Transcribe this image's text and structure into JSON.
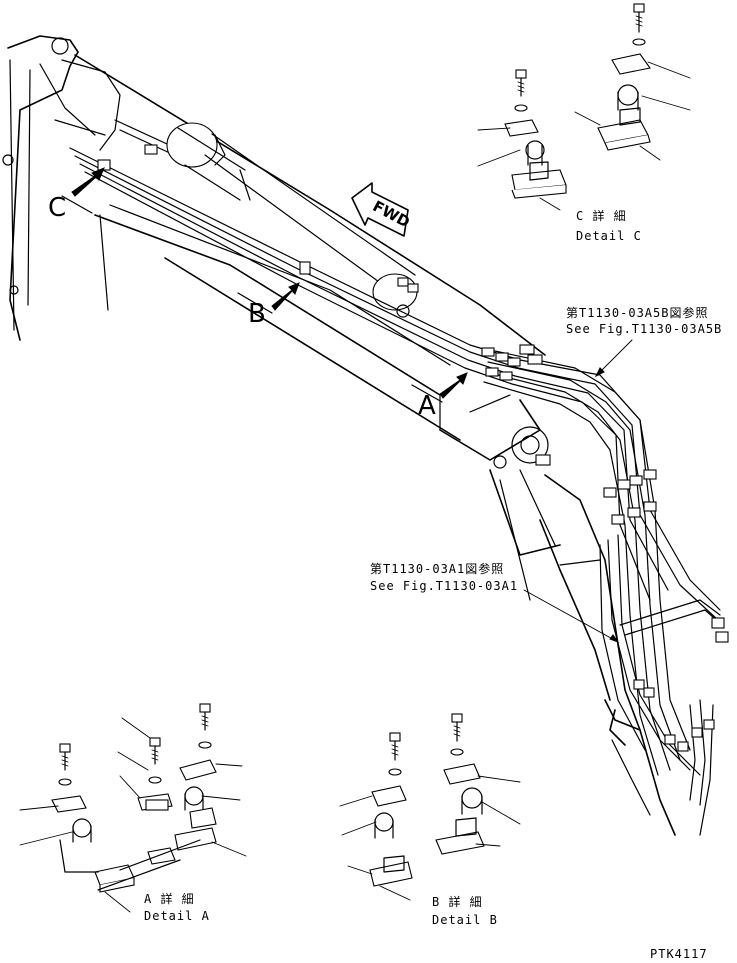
{
  "callouts": {
    "a": "A",
    "b": "B",
    "c": "C",
    "fwd": "FWD"
  },
  "details": {
    "a_jp": "A 詳 細",
    "a_en": "Detail A",
    "b_jp": "B 詳 細",
    "b_en": "Detail B",
    "c_jp": "C 詳 細",
    "c_en": "Detail C"
  },
  "references": {
    "ref1_jp": "第T1130-03A5B図参照",
    "ref1_en": "See Fig.T1130-03A5B",
    "ref2_jp": "第T1130-03A1図参照",
    "ref2_en": "See Fig.T1130-03A1"
  },
  "drawing_no": "PTK4117"
}
